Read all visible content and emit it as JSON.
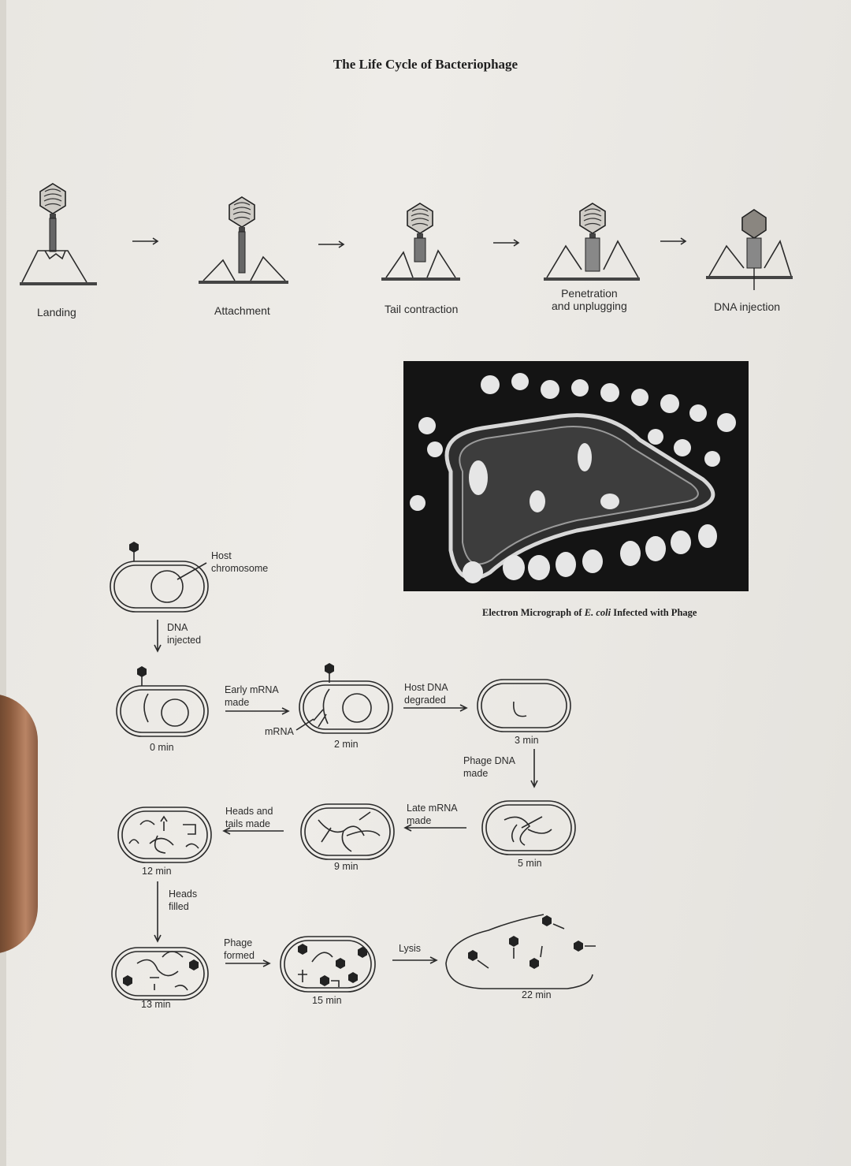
{
  "document": {
    "title": "The Life Cycle of Bacteriophage",
    "stages": [
      {
        "label": "Landing"
      },
      {
        "label": "Attachment"
      },
      {
        "label": "Tail contraction"
      },
      {
        "label": "Penetration and unplugging",
        "line1": "Penetration",
        "line2": "and unplugging"
      },
      {
        "label": "DNA injection"
      }
    ],
    "micrograph": {
      "caption": "Electron Micrograph of E. coli Infected with Phage",
      "caption_parts": {
        "before": "Electron Micrograph of ",
        "italic": "E. coli",
        "after": " Infected with Phage"
      }
    },
    "cycle_labels": {
      "host_chromosome": {
        "line1": "Host",
        "line2": "chromosome"
      },
      "dna_injected": {
        "line1": "DNA",
        "line2": "injected"
      },
      "early_mrna": {
        "line1": "Early mRNA",
        "line2": "made"
      },
      "mrna": "mRNA",
      "host_dna_degraded": {
        "line1": "Host DNA",
        "line2": "degraded"
      },
      "phage_dna_made": {
        "line1": "Phage DNA",
        "line2": "made"
      },
      "late_mrna": {
        "line1": "Late mRNA",
        "line2": "made"
      },
      "heads_tails": {
        "line1": "Heads and",
        "line2": "tails made"
      },
      "heads_filled": {
        "line1": "Heads",
        "line2": "filled"
      },
      "phage_formed": {
        "line1": "Phage",
        "line2": "formed"
      },
      "lysis": "Lysis"
    },
    "times": {
      "t0": "0 min",
      "t2": "2 min",
      "t3": "3 min",
      "t5": "5 min",
      "t9": "9 min",
      "t12": "12 min",
      "t13": "13 min",
      "t15": "15 min",
      "t22": "22 min"
    }
  }
}
